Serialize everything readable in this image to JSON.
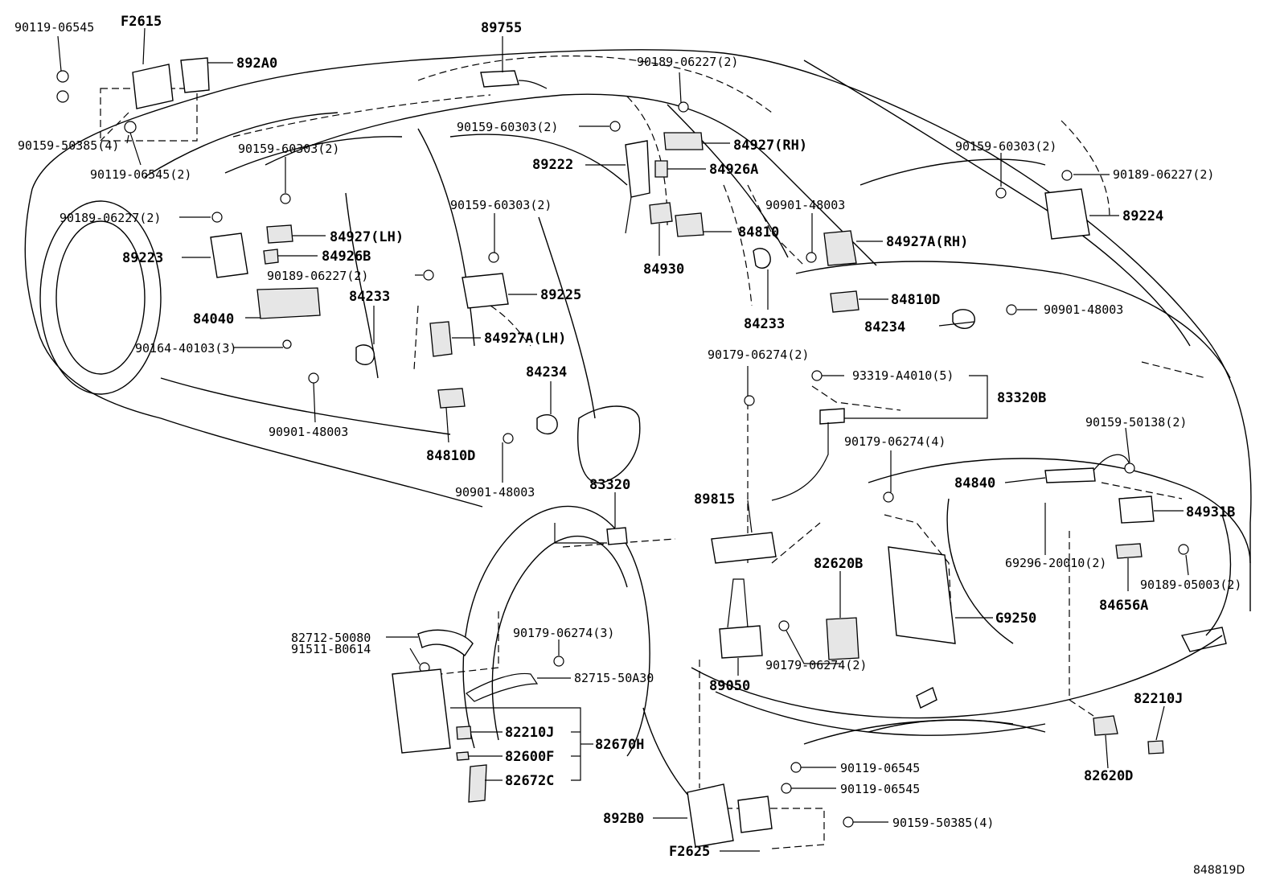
{
  "diagram": {
    "ref_code": "848819D",
    "labels": {
      "l01": "90119-06545",
      "l02": "F2615",
      "l03": "892A0",
      "l04": "90159-50385(4)",
      "l05": "90119-06545(2)",
      "l06": "89755",
      "l07": "90189-06227(2)",
      "l08": "90159-60303(2)",
      "l09": "84927(RH)",
      "l10": "89222",
      "l11": "84926A",
      "l12": "90159-60303(2)",
      "l13": "90189-06227(2)",
      "l14": "90159-60303(2)",
      "l15": "89224",
      "l16": "90189-06227(2)",
      "l17": "84927(LH)",
      "l18": "89223",
      "l19": "84926B",
      "l20": "90159-60303(2)",
      "l21": "90901-48003",
      "l22": "84810",
      "l23": "84930",
      "l24": "84927A(RH)",
      "l25": "90189-06227(2)",
      "l26": "84233",
      "l27": "84040",
      "l28": "89225",
      "l29": "84233",
      "l30": "84810D",
      "l31": "84927A(LH)",
      "l32": "84234",
      "l33": "90901-48003",
      "l34": "90164-40103(3)",
      "l35": "90179-06274(2)",
      "l36": "93319-A4010(5)",
      "l37": "84234",
      "l38": "83320B",
      "l39": "90901-48003",
      "l40": "84810D",
      "l41": "90159-50138(2)",
      "l42": "90179-06274(4)",
      "l43": "90901-48003",
      "l44": "83320",
      "l45": "84840",
      "l46": "89815",
      "l47": "84931B",
      "l48": "82620B",
      "l49": "69296-20010(2)",
      "l50": "90189-05003(2)",
      "l51": "G9250",
      "l52": "82712-50080",
      "l53": "84656A",
      "l54": "90179-06274(3)",
      "l55": "91511-B0614",
      "l56": "90179-06274(2)",
      "l57": "89050",
      "l58": "82715-50A30",
      "l59": "82210J",
      "l60": "82210J",
      "l61": "82670H",
      "l62": "82600F",
      "l63": "82672C",
      "l64": "90119-06545",
      "l65": "82620D",
      "l66": "90119-06545",
      "l67": "892B0",
      "l68": "90159-50385(4)",
      "l69": "F2625"
    }
  }
}
